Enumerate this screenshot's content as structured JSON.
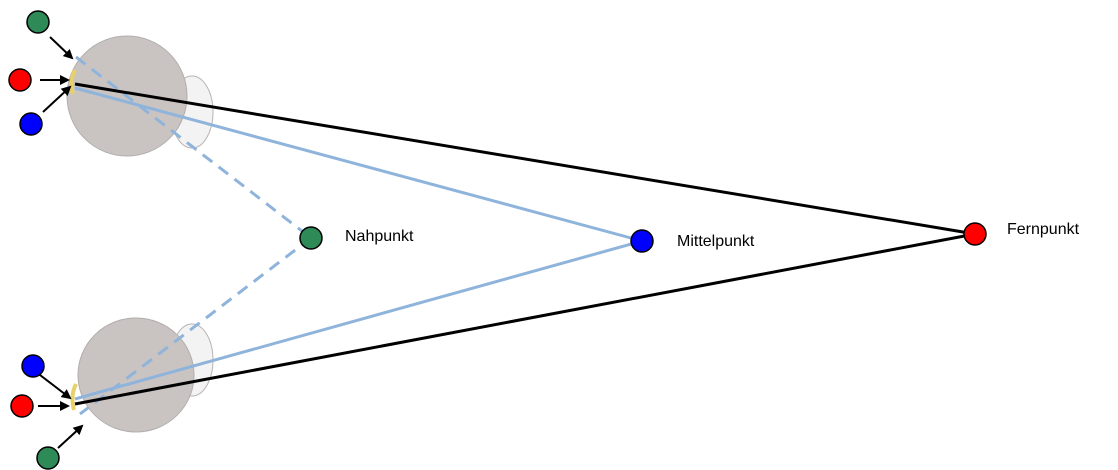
{
  "points": {
    "near": {
      "label": "Nahpunkt",
      "color": "#2e8b57"
    },
    "middle": {
      "label": "Mittelpunkt",
      "color": "#0000ff"
    },
    "far": {
      "label": "Fernpunkt",
      "color": "#ff0000"
    }
  },
  "colors": {
    "far_line": "#000000",
    "near_middle_line": "#8fb4dc",
    "eye_fill": "#c9c3c2",
    "lens_fill": "#f3f3f3",
    "fovea": "#e8d16a",
    "arrow": "#000000"
  }
}
